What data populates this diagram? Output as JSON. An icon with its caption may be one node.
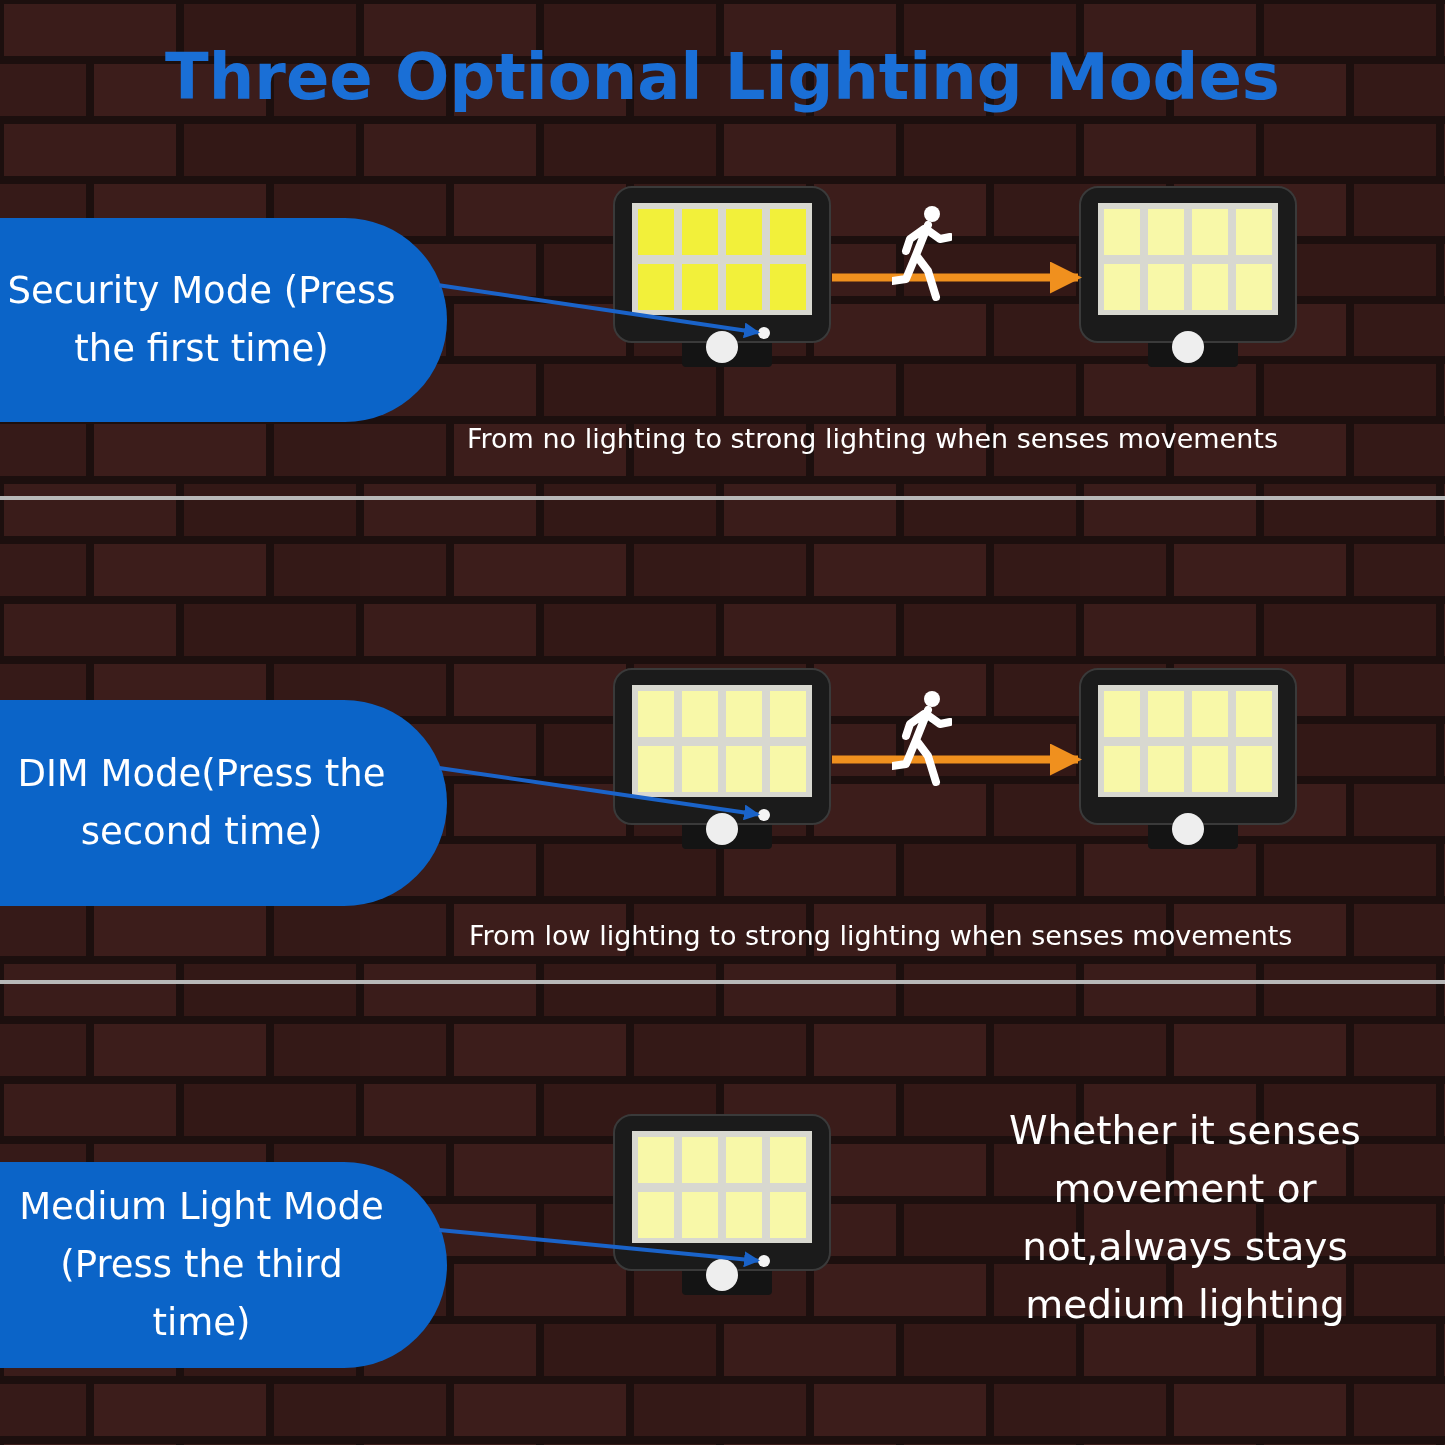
{
  "diagram": {
    "title": "Three Optional Lighting Modes",
    "nodes": [
      {
        "text": [
          "Security Mode (Press the first time)"
        ]
      },
      {
        "text": [],
        "shape": "picture"
      },
      {
        "text": [],
        "shape": "circle",
        "in": 1
      },
      {
        "text": [],
        "shape": "picture"
      },
      {
        "text": [
          "DIM Mode(Press the second time)"
        ]
      },
      {
        "text": [],
        "shape": "picture"
      },
      {
        "text": [],
        "shape": "circle",
        "in": 5
      },
      {
        "text": [],
        "shape": "picture"
      },
      {
        "text": [
          "Medium Light Mode (Press the third time)"
        ]
      },
      {
        "text": [],
        "shape": "picture"
      },
      {
        "text": [],
        "shape": "circle",
        "in": 9
      }
    ],
    "edges": [
      {
        "from": 0,
        "to": 2,
        "arrow": "to"
      },
      {
        "from": 1,
        "to": 3,
        "arrow": "to",
        "style": "thick",
        "color": "#f0901e"
      },
      {
        "from": 4,
        "to": 6,
        "arrow": "to"
      },
      {
        "from": 5,
        "to": 7,
        "arrow": "to",
        "style": "thick",
        "color": "#f0901e"
      },
      {
        "from": 8,
        "to": 10,
        "arrow": "to"
      }
    ],
    "labels": [
      "From no lighting to strong lighting when senses movements",
      "From low lighting to strong lighting when senses movements",
      "Whether it senses movement or not,always stays medium lighting"
    ]
  }
}
